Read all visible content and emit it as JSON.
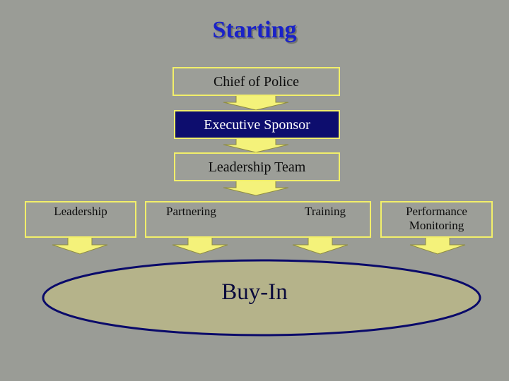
{
  "title": "Starting",
  "boxes": {
    "chief": "Chief of Police",
    "sponsor": "Executive Sponsor",
    "team": "Leadership Team",
    "leadership": "Leadership",
    "partnering": "Partnering",
    "training": "Training",
    "performance_line1": "Performance",
    "performance_line2": "Monitoring"
  },
  "outcome": "Buy-In",
  "colors": {
    "background": "#9a9c96",
    "title": "#1a22c8",
    "box_border": "#f2ef6a",
    "arrow_fill": "#f4f27a",
    "sponsor_fill": "#0d0d6e",
    "ellipse_fill": "#b5b38a",
    "ellipse_stroke": "#0a0a6a"
  }
}
